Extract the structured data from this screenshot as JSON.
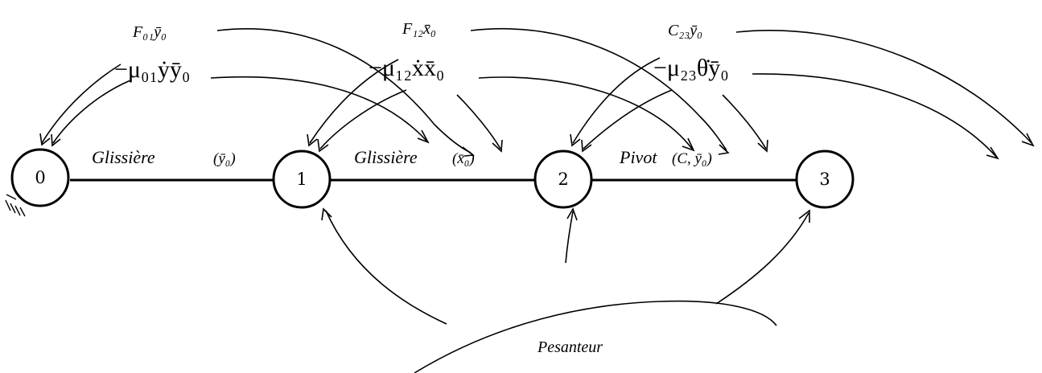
{
  "nodes": [
    {
      "id": "0",
      "label": "0"
    },
    {
      "id": "1",
      "label": "1"
    },
    {
      "id": "2",
      "label": "2"
    },
    {
      "id": "3",
      "label": "3"
    }
  ],
  "joints": [
    {
      "from": "0",
      "to": "1",
      "name": "Glissière",
      "vector": "(ȳ₀)"
    },
    {
      "from": "1",
      "to": "2",
      "name": "Glissière",
      "vector": "(x̄₀)"
    },
    {
      "from": "2",
      "to": "3",
      "name": "Pivot",
      "vector": "(C, ȳ₀)"
    }
  ],
  "actions_top": [
    {
      "text": "F₀₁ȳ₀"
    },
    {
      "text": "F₁₂x̄₀"
    },
    {
      "text": "C₂₃ȳ₀"
    }
  ],
  "actions_friction": [
    {
      "text": "−μ₀₁ẏȳ₀"
    },
    {
      "text": "−μ₁₂ẋx̄₀"
    },
    {
      "text": "−μ₂₃θ̇ȳ₀"
    }
  ],
  "external": {
    "label": "Pesanteur"
  },
  "colors": {
    "ink": "#000000",
    "background": "#ffffff"
  }
}
